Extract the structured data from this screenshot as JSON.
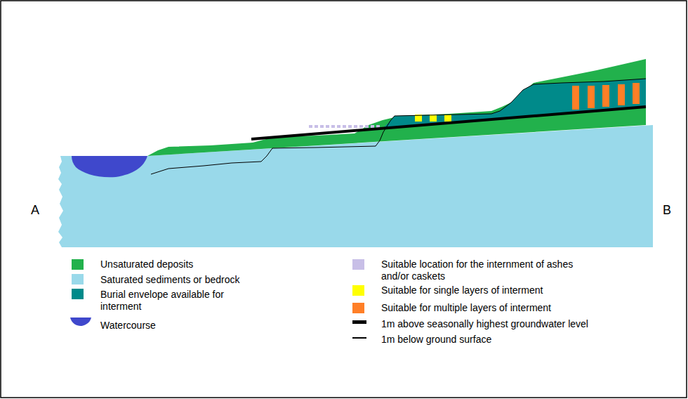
{
  "diagram": {
    "labels": [
      "A",
      "B"
    ],
    "legend": [
      {
        "text": "Unsaturated deposits",
        "color": "#22b14c"
      },
      {
        "text": "Saturated sediments or bedrock",
        "color": "#99d9ea"
      },
      {
        "text": "Burial envelope available for interment",
        "color": "#008a8a"
      },
      {
        "text": "Watercourse",
        "color": "#3f48cc"
      },
      {
        "text": "Suitable location for the internment of ashes and/or caskets",
        "color": "#c8bfe7"
      },
      {
        "text": "Suitable for single layers of interment",
        "color": "#ffff00"
      },
      {
        "text": "Suitable for multiple layers of interment",
        "color": "#ff7f27"
      },
      {
        "text": "1m above seasonally highest groundwater level"
      },
      {
        "text": "1m below ground surface"
      }
    ]
  }
}
